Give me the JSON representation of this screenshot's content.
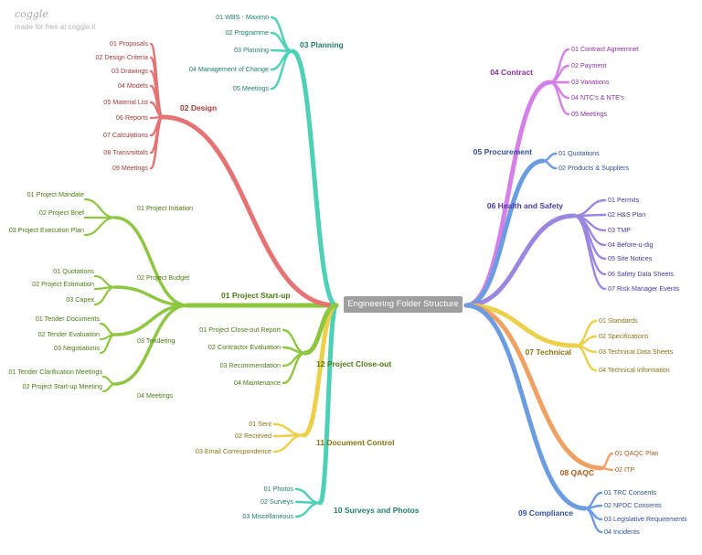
{
  "app": {
    "logo": "coggle",
    "tagline": "made for free at coggle.it"
  },
  "root": {
    "label": "Engineering Folder Structure"
  },
  "branches": [
    {
      "id": "01",
      "label": "01 Project Start-up",
      "color": "#8dc63f",
      "text_color": "#4b7a12",
      "children": [
        {
          "label": "01 Project Initiation",
          "children": [
            "01 Project Mandate",
            "02 Project Brief",
            "03 Project Execution Plan"
          ]
        },
        {
          "label": "02 Project Budget",
          "children": [
            "01 Quotations",
            "02 Project Estimation",
            "03 Capex"
          ]
        },
        {
          "label": "03 Tendering",
          "children": [
            "01 Tender Documents",
            "02 Tender Evaluation",
            "03 Negotiations"
          ]
        },
        {
          "label": "04 Meetings",
          "children": [
            "01 Tender Clarification Meetings",
            "02 Project Start-up Meeting"
          ]
        }
      ]
    },
    {
      "id": "02",
      "label": "02 Design",
      "color": "#e57373",
      "text_color": "#a33a3a",
      "children": [
        "01 Proposals",
        "02 Design Criteria",
        "03 Drawings",
        "04 Models",
        "05 Material List",
        "06 Reports",
        "07 Calculations",
        "08 Transmittals",
        "09 Meetings"
      ]
    },
    {
      "id": "03",
      "label": "03 Planning",
      "color": "#4dd0b6",
      "text_color": "#1f7f6a",
      "children": [
        "01 WBS - Maximo",
        "02 Programme",
        "03 Planning",
        "04 Management of Change",
        "05 Meetings"
      ]
    },
    {
      "id": "04",
      "label": "04 Contract",
      "color": "#d77fe8",
      "text_color": "#8e2fa3",
      "children": [
        "01 Contract Agreemnet",
        "02 Payment",
        "03 Variations",
        "04 NTC's & NTE's",
        "05 Meetings"
      ]
    },
    {
      "id": "05",
      "label": "05 Procurement",
      "color": "#6b9be0",
      "text_color": "#2f4f9a",
      "children": [
        "01 Quotations",
        "02 Products & Suppliers"
      ]
    },
    {
      "id": "06",
      "label": "06 Health and Safety",
      "color": "#9b86e0",
      "text_color": "#4a3aa0",
      "children": [
        "01 Permits",
        "02 H&S Plan",
        "03 TMP",
        "04 Before-u-dig",
        "05 Site Notices",
        "06 Safety Data Sheets",
        "07 Risk Manager Events"
      ]
    },
    {
      "id": "07",
      "label": "07 Technical",
      "color": "#eccf4a",
      "text_color": "#8a7410",
      "children": [
        "01 Standards",
        "02 Specifications",
        "03 Technical Data Sheets",
        "04 Technical Information"
      ]
    },
    {
      "id": "08",
      "label": "08 QAQC",
      "color": "#f0a060",
      "text_color": "#a65a1a",
      "children": [
        "01 QAQC Plan",
        "02 ITP"
      ]
    },
    {
      "id": "09",
      "label": "09 Compliance",
      "color": "#6b9be0",
      "text_color": "#2f4f9a",
      "children": [
        "01 TRC Consents",
        "02 NPDC Consents",
        "03 Legislative Requirements",
        "04 Incidents"
      ]
    },
    {
      "id": "10",
      "label": "10 Surveys and Photos",
      "color": "#4dd0b6",
      "text_color": "#1f7f6a",
      "children": [
        "01 Photos",
        "02 Surveys",
        "03 Miscellaneous"
      ]
    },
    {
      "id": "11",
      "label": "11 Document Control",
      "color": "#eccf4a",
      "text_color": "#8a7410",
      "children": [
        "01 Sent",
        "02 Recieved",
        "03 Email Correspondence"
      ]
    },
    {
      "id": "12",
      "label": "12 Project Close-out",
      "color": "#8dc63f",
      "text_color": "#4b7a12",
      "children": [
        "01 Project Close-out Report",
        "02 Contractor Evaluation",
        "03 Recommendation",
        "04 Maintenance"
      ]
    }
  ]
}
